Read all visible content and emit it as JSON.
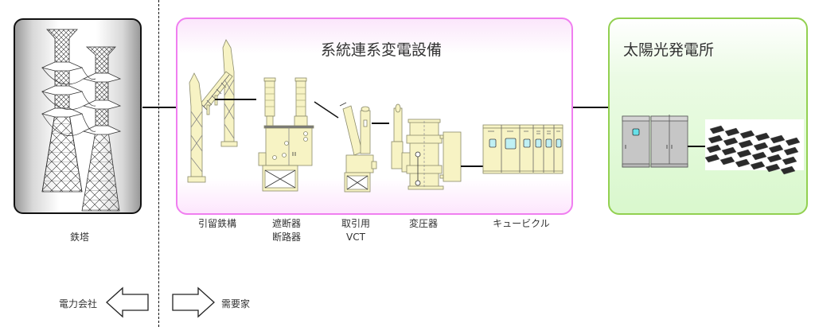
{
  "diagram": {
    "sections": {
      "tower": {
        "label": "鉄塔"
      },
      "substation": {
        "title": "系統連系変電設備",
        "border_color": "#f07ef0",
        "equipment": [
          {
            "id": "dead-end-steel-structure",
            "label": "引留鉄構"
          },
          {
            "id": "circuit-breaker",
            "label_line1": "遮断器",
            "label_line2": "断路器"
          },
          {
            "id": "vct",
            "label_line1": "取引用",
            "label_line2": "VCT"
          },
          {
            "id": "transformer",
            "label": "変圧器"
          },
          {
            "id": "cubicle",
            "label": "キュービクル"
          }
        ]
      },
      "solar": {
        "title": "太陽光発電所",
        "border_color": "#92d050"
      }
    },
    "boundary": {
      "left_arrow_label": "電力会社",
      "right_arrow_label": "需要家"
    },
    "colors": {
      "equipment_fill": "#f7f3c4",
      "equipment_stroke": "#8a8a6a",
      "pcs_fill": "#c6c6c6",
      "window_fill": "#66e0e8",
      "panel_fill": "#2b2b2b"
    }
  }
}
